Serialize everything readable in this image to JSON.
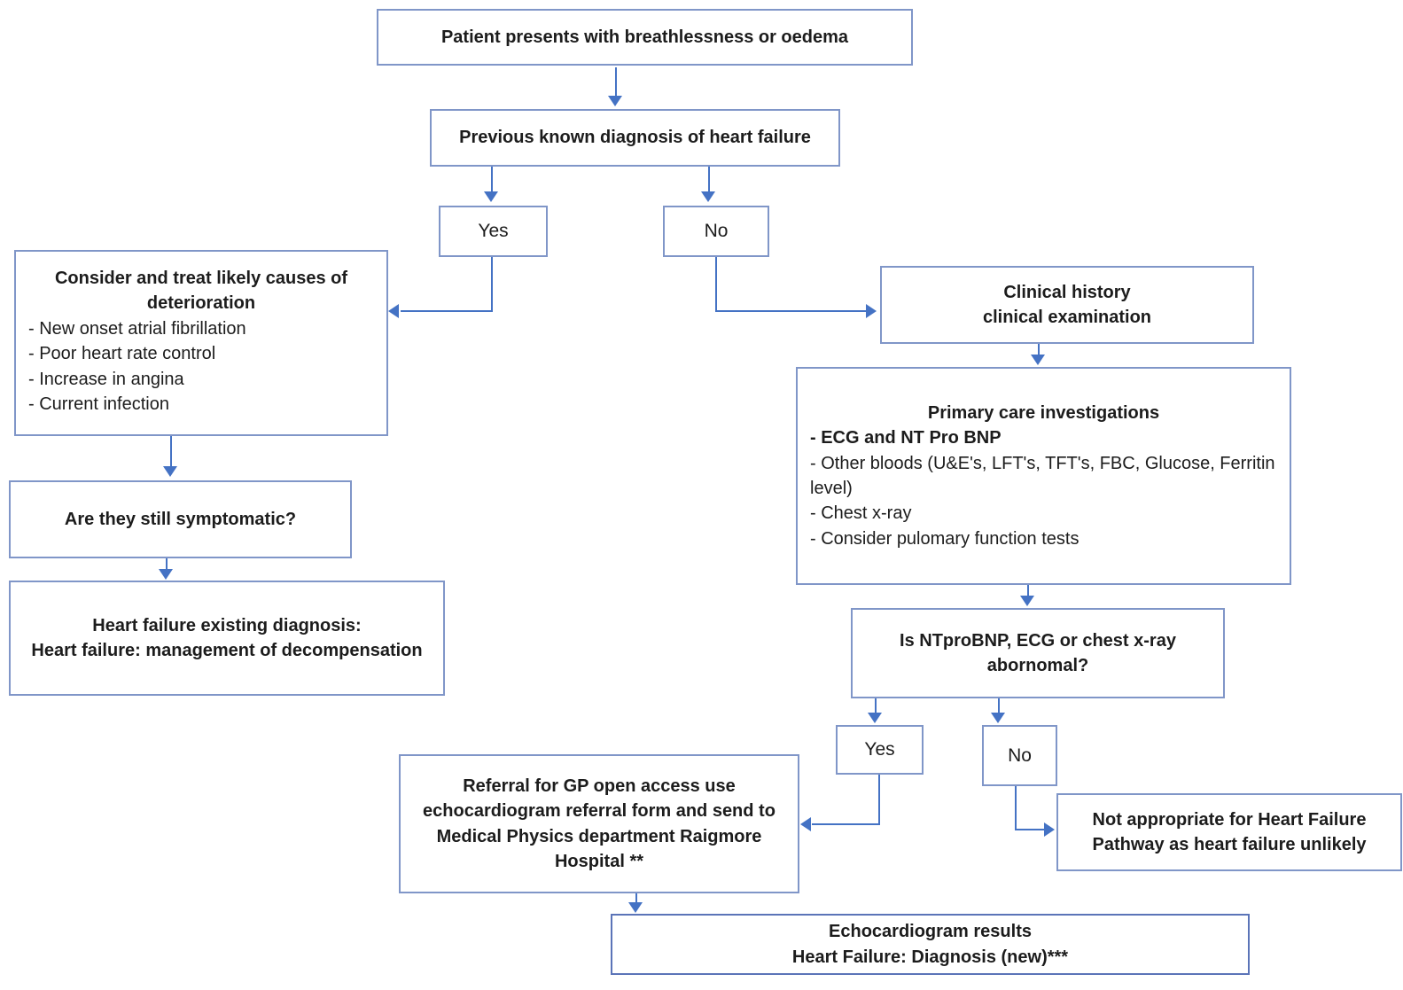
{
  "nodes": {
    "patient": {
      "label": "Patient presents with breathlessness or oedema"
    },
    "previous": {
      "label": "Previous known diagnosis of heart failure"
    },
    "yes1": {
      "label": "Yes"
    },
    "no1": {
      "label": "No"
    },
    "consider": {
      "title": "Consider and treat likely causes of deterioration",
      "items": [
        "- New onset atrial fibrillation",
        "- Poor heart rate control",
        "- Increase in angina",
        "- Current infection"
      ]
    },
    "symptomatic": {
      "label": "Are they still symptomatic?"
    },
    "existing": {
      "line1": "Heart failure existing diagnosis:",
      "line2": "Heart failure: management of decompensation"
    },
    "clinical": {
      "line1": "Clinical history",
      "line2": "clinical examination"
    },
    "primary": {
      "title": "Primary care investigations",
      "bold_item": "- ECG and NT Pro BNP",
      "items": [
        "- Other bloods (U&E's, LFT's, TFT's, FBC, Glucose, Ferritin level)",
        "- Chest x-ray",
        "- Consider pulomary function tests"
      ]
    },
    "ntprobnp": {
      "label": "Is NTproBNP, ECG or chest x-ray abornomal?"
    },
    "yes2": {
      "label": "Yes"
    },
    "no2": {
      "label": "No"
    },
    "referral": {
      "label": "Referral for GP open access use echocardiogram referral form and send to Medical Physics department Raigmore Hospital **"
    },
    "not_appropriate": {
      "label": "Not appropriate for Heart Failure Pathway as heart failure unlikely"
    },
    "echo": {
      "line1": "Echocardiogram results",
      "line2": "Heart Failure: Diagnosis (new)***"
    }
  },
  "colors": {
    "border": "#8096c8",
    "arrow": "#4472c4",
    "text": "#1c1c1c",
    "background": "#ffffff"
  }
}
